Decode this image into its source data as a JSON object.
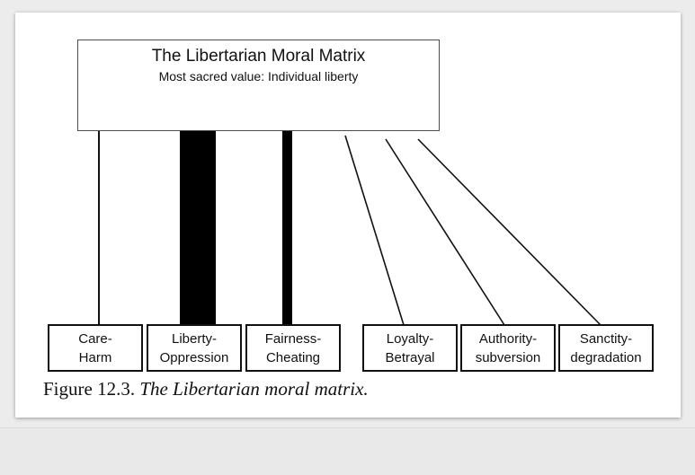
{
  "header": {
    "title": "The Libertarian Moral Matrix",
    "subtitle": "Most sacred value: Individual liberty"
  },
  "foundations": [
    {
      "line1": "Care-",
      "line2": "Harm"
    },
    {
      "line1": "Liberty-",
      "line2": "Oppression"
    },
    {
      "line1": "Fairness-",
      "line2": "Cheating"
    },
    {
      "line1": "Loyalty-",
      "line2": "Betrayal"
    },
    {
      "line1": "Authority-",
      "line2": "subversion"
    },
    {
      "line1": "Sanctity-",
      "line2": "degradation"
    }
  ],
  "caption": {
    "prefix": "Figure 12.3. ",
    "italic": "The Libertarian moral matrix."
  }
}
